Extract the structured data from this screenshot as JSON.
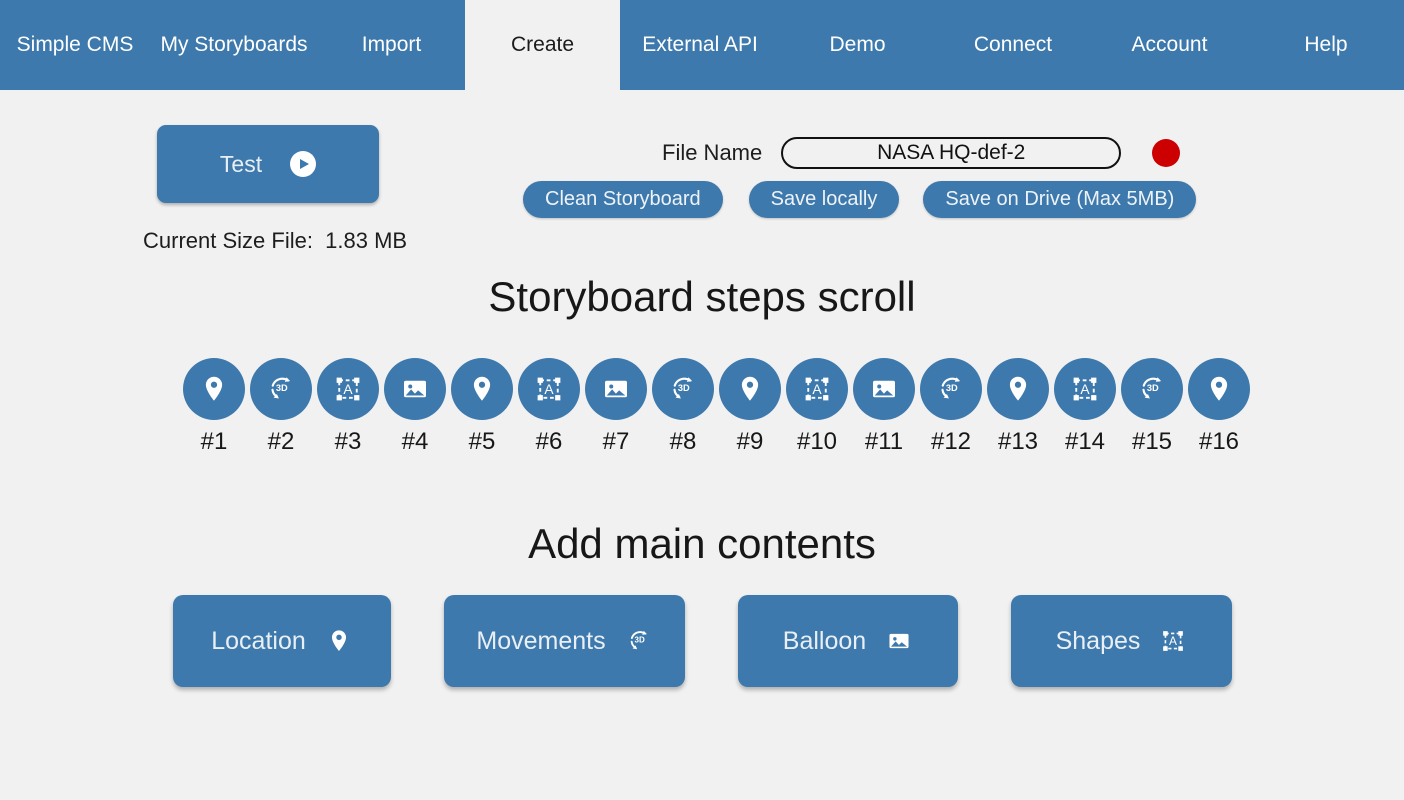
{
  "theme": {
    "accent": "#3d79ac",
    "background": "#f1f1f1",
    "status_dot_color": "#cc0000",
    "text": "#171717"
  },
  "navbar": {
    "items": [
      {
        "label": "Simple CMS",
        "active": false,
        "width": 150
      },
      {
        "label": "My Storyboards",
        "active": false,
        "width": 168
      },
      {
        "label": "Import",
        "active": false,
        "width": 147
      },
      {
        "label": "Create",
        "active": true,
        "width": 155
      },
      {
        "label": "External API",
        "active": false,
        "width": 160
      },
      {
        "label": "Demo",
        "active": false,
        "width": 155
      },
      {
        "label": "Connect",
        "active": false,
        "width": 156
      },
      {
        "label": "Account",
        "active": false,
        "width": 157
      },
      {
        "label": "Help",
        "active": false,
        "width": 156
      }
    ]
  },
  "toolbar": {
    "test_label": "Test",
    "test_icon": "play-icon",
    "current_size_file": "Current Size File:  1.83 MB",
    "file_name_label": "File Name",
    "file_name_value": "NASA HQ-def-2",
    "file_name_placeholder": "File name",
    "status_dot": "record-status-dot",
    "clean_storyboard_label": "Clean Storyboard",
    "save_locally_label": "Save locally",
    "save_on_drive_label": "Save on Drive (Max 5MB)"
  },
  "sections": {
    "steps_heading": "Storyboard steps scroll",
    "add_heading": "Add main contents"
  },
  "steps": [
    {
      "label": "#1",
      "icon": "location-pin-icon"
    },
    {
      "label": "#2",
      "icon": "movement-3d-icon"
    },
    {
      "label": "#3",
      "icon": "shapes-icon"
    },
    {
      "label": "#4",
      "icon": "balloon-image-icon"
    },
    {
      "label": "#5",
      "icon": "location-pin-icon"
    },
    {
      "label": "#6",
      "icon": "shapes-icon"
    },
    {
      "label": "#7",
      "icon": "balloon-image-icon"
    },
    {
      "label": "#8",
      "icon": "movement-3d-icon"
    },
    {
      "label": "#9",
      "icon": "location-pin-icon"
    },
    {
      "label": "#10",
      "icon": "shapes-icon"
    },
    {
      "label": "#11",
      "icon": "balloon-image-icon"
    },
    {
      "label": "#12",
      "icon": "movement-3d-icon"
    },
    {
      "label": "#13",
      "icon": "location-pin-icon"
    },
    {
      "label": "#14",
      "icon": "shapes-icon"
    },
    {
      "label": "#15",
      "icon": "movement-3d-icon"
    },
    {
      "label": "#16",
      "icon": "location-pin-icon"
    }
  ],
  "main_contents": [
    {
      "label": "Location",
      "icon": "location-pin-icon"
    },
    {
      "label": "Movements",
      "icon": "movement-3d-icon"
    },
    {
      "label": "Balloon",
      "icon": "balloon-image-icon"
    },
    {
      "label": "Shapes",
      "icon": "shapes-icon"
    }
  ]
}
